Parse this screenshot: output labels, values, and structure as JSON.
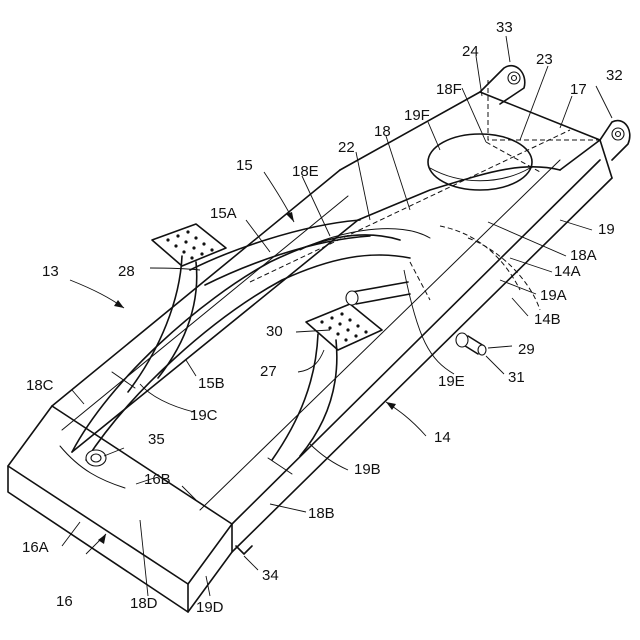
{
  "figure": {
    "labels": [
      {
        "id": "l13",
        "text": "13"
      },
      {
        "id": "l14",
        "text": "14"
      },
      {
        "id": "l14A",
        "text": "14A"
      },
      {
        "id": "l14B",
        "text": "14B"
      },
      {
        "id": "l15",
        "text": "15"
      },
      {
        "id": "l15A",
        "text": "15A"
      },
      {
        "id": "l15B",
        "text": "15B"
      },
      {
        "id": "l16",
        "text": "16"
      },
      {
        "id": "l16A",
        "text": "16A"
      },
      {
        "id": "l16B",
        "text": "16B"
      },
      {
        "id": "l17",
        "text": "17"
      },
      {
        "id": "l18",
        "text": "18"
      },
      {
        "id": "l18A",
        "text": "18A"
      },
      {
        "id": "l18B",
        "text": "18B"
      },
      {
        "id": "l18C",
        "text": "18C"
      },
      {
        "id": "l18D",
        "text": "18D"
      },
      {
        "id": "l18E",
        "text": "18E"
      },
      {
        "id": "l18F",
        "text": "18F"
      },
      {
        "id": "l19",
        "text": "19"
      },
      {
        "id": "l19A",
        "text": "19A"
      },
      {
        "id": "l19B",
        "text": "19B"
      },
      {
        "id": "l19C",
        "text": "19C"
      },
      {
        "id": "l19D",
        "text": "19D"
      },
      {
        "id": "l19E",
        "text": "19E"
      },
      {
        "id": "l19F",
        "text": "19F"
      },
      {
        "id": "l22",
        "text": "22"
      },
      {
        "id": "l23",
        "text": "23"
      },
      {
        "id": "l24",
        "text": "24"
      },
      {
        "id": "l27",
        "text": "27"
      },
      {
        "id": "l28",
        "text": "28"
      },
      {
        "id": "l29",
        "text": "29"
      },
      {
        "id": "l30",
        "text": "30"
      },
      {
        "id": "l31",
        "text": "31"
      },
      {
        "id": "l32",
        "text": "32"
      },
      {
        "id": "l33",
        "text": "33"
      },
      {
        "id": "l34",
        "text": "34"
      },
      {
        "id": "l35",
        "text": "35"
      }
    ]
  }
}
